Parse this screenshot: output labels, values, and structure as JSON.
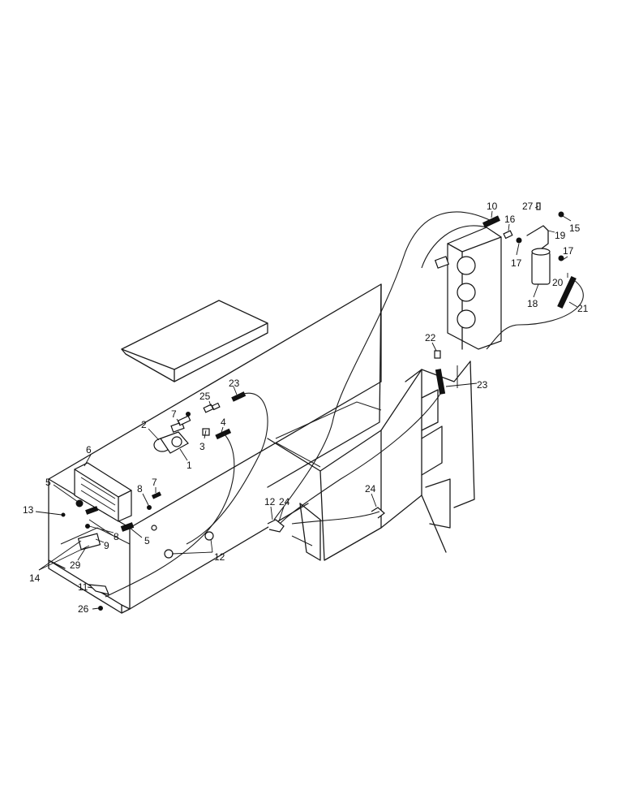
{
  "diagram": {
    "callouts": [
      "1",
      "2",
      "3",
      "4",
      "5",
      "5",
      "6",
      "7",
      "7",
      "8",
      "8",
      "9",
      "10",
      "11",
      "12",
      "12",
      "12",
      "13",
      "14",
      "15",
      "16",
      "17",
      "17",
      "18",
      "19",
      "20",
      "21",
      "22",
      "23",
      "23",
      "24",
      "24",
      "25",
      "26",
      "27",
      "29"
    ]
  }
}
